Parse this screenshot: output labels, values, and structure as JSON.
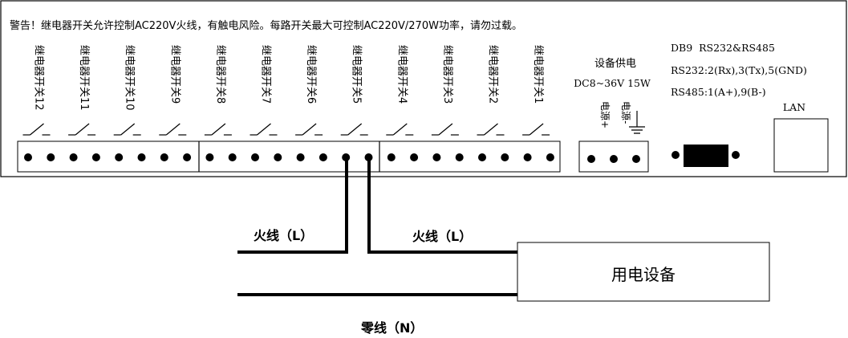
{
  "warning": "警告！继电器开关允许控制AC220V火线，有触电风险。每路开关最大可控制AC220V/270W功率，请勿过载。",
  "relays": [
    {
      "label": "继电器开关12"
    },
    {
      "label": "继电器开关11"
    },
    {
      "label": "继电器开关10"
    },
    {
      "label": "继电器开关9"
    },
    {
      "label": "继电器开关8"
    },
    {
      "label": "继电器开关7"
    },
    {
      "label": "继电器开关6"
    },
    {
      "label": "继电器开关5"
    },
    {
      "label": "继电器开关4"
    },
    {
      "label": "继电器开关3"
    },
    {
      "label": "继电器开关2"
    },
    {
      "label": "继电器开关1"
    }
  ],
  "power": {
    "title": "设备供电",
    "spec": "DC8~36V 15W",
    "plus": "电源+",
    "minus": "电源-"
  },
  "serial": {
    "line1": "DB9  RS232&RS485",
    "line2": "RS232:2(Rx),3(Tx),5(GND)",
    "line3": "RS485:1(A+),9(B-)"
  },
  "lan": "LAN",
  "wiring": {
    "live1": "火线（L）",
    "live2": "火线（L）",
    "neutral": "零线（N）",
    "device": "用电设备"
  }
}
